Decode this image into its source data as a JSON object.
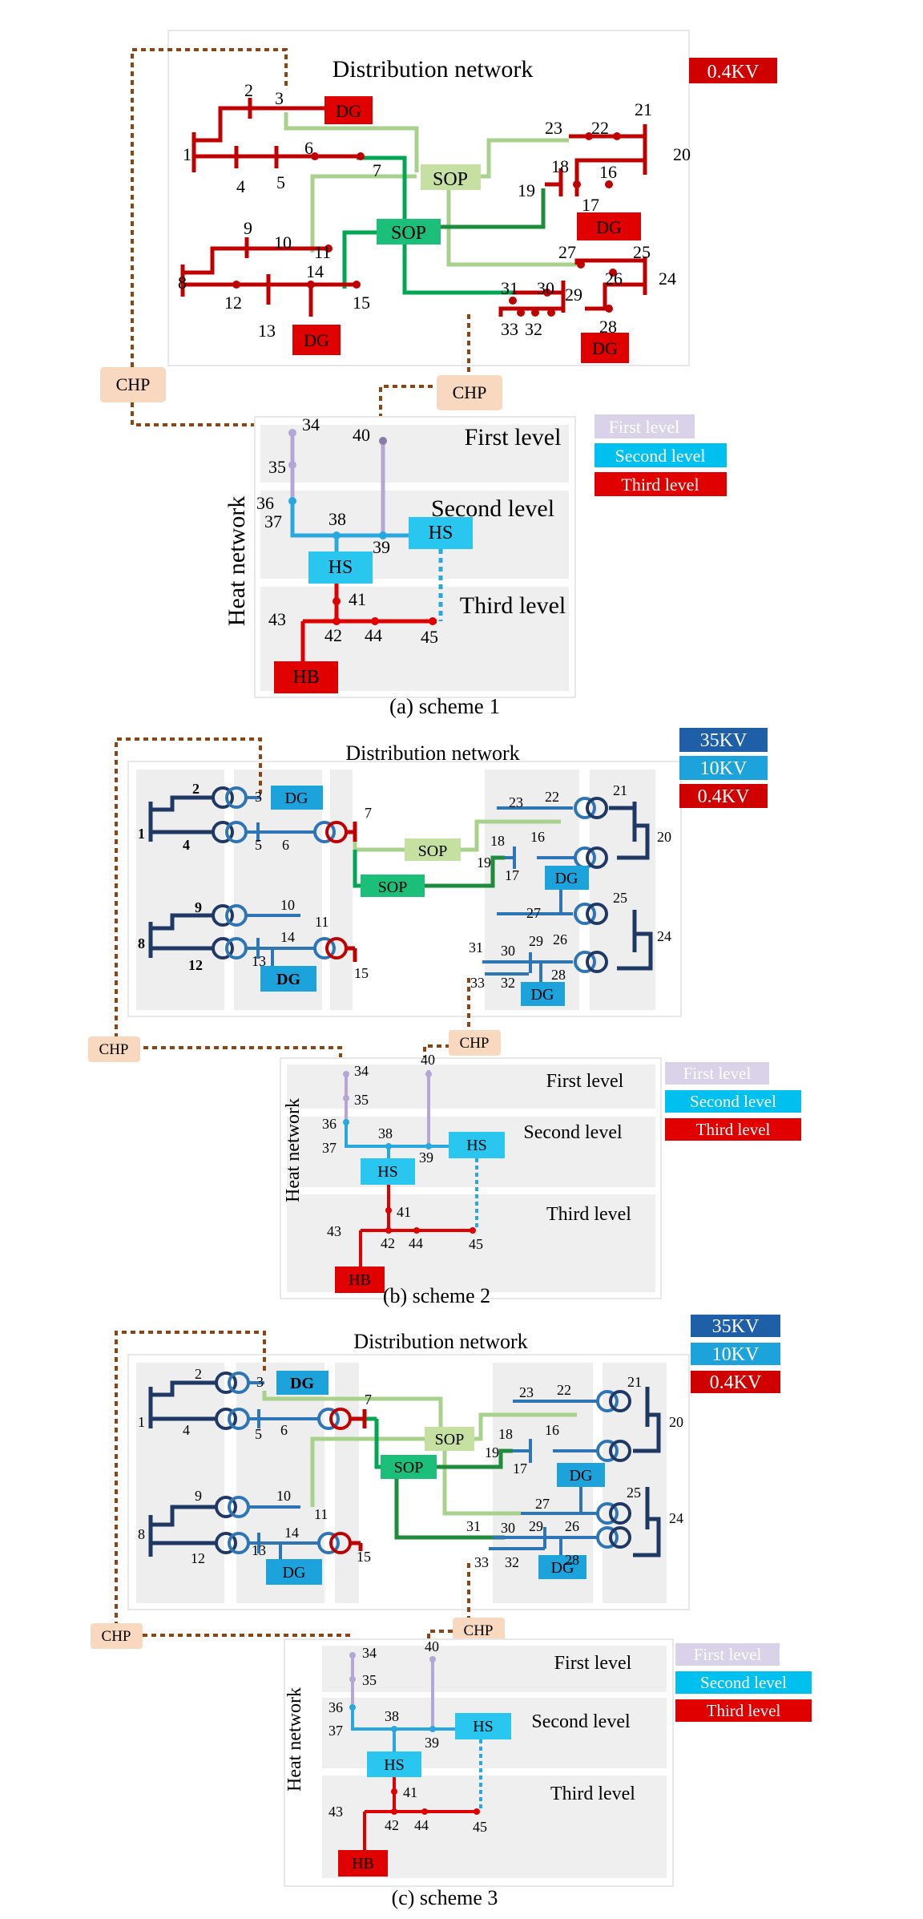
{
  "schemes": [
    {
      "caption": "(a) scheme 1",
      "dist_title": "Distribution network",
      "voltages": [
        "0.4KV"
      ],
      "legend": [
        "First level",
        "Second level",
        "Third level"
      ],
      "heat_title": "Heat network",
      "levels": [
        "First level",
        "Second level",
        "Third level"
      ],
      "sop": [
        "SOP",
        "SOP"
      ],
      "dg": [
        "DG",
        "DG",
        "DG",
        "DG"
      ],
      "chp": [
        "CHP",
        "CHP"
      ],
      "hs": [
        "HS",
        "HS"
      ],
      "hb": "HB",
      "nodes": [
        "1",
        "2",
        "3",
        "4",
        "5",
        "6",
        "7",
        "8",
        "9",
        "10",
        "11",
        "12",
        "13",
        "14",
        "15",
        "16",
        "17",
        "18",
        "19",
        "20",
        "21",
        "22",
        "23",
        "24",
        "25",
        "26",
        "27",
        "28",
        "29",
        "30",
        "31",
        "32",
        "33",
        "34",
        "35",
        "36",
        "37",
        "38",
        "39",
        "40",
        "41",
        "42",
        "43",
        "44",
        "45"
      ]
    },
    {
      "caption": "(b) scheme 2",
      "dist_title": "Distribution network",
      "voltages": [
        "35KV",
        "10KV",
        "0.4KV"
      ],
      "legend": [
        "First level",
        "Second level",
        "Third level"
      ],
      "heat_title": "Heat network",
      "levels": [
        "First level",
        "Second level",
        "Third level"
      ],
      "sop": [
        "SOP",
        "SOP"
      ],
      "dg": [
        "DG",
        "DG",
        "DG",
        "DG"
      ],
      "chp": [
        "CHP",
        "CHP"
      ],
      "hs": [
        "HS",
        "HS"
      ],
      "hb": "HB",
      "nodes": [
        "1",
        "2",
        "3",
        "4",
        "5",
        "6",
        "7",
        "8",
        "9",
        "10",
        "11",
        "12",
        "13",
        "14",
        "15",
        "16",
        "17",
        "18",
        "19",
        "20",
        "21",
        "22",
        "23",
        "24",
        "25",
        "26",
        "27",
        "28",
        "29",
        "30",
        "31",
        "32",
        "33",
        "34",
        "35",
        "36",
        "37",
        "38",
        "39",
        "40",
        "41",
        "42",
        "43",
        "44",
        "45"
      ]
    },
    {
      "caption": "(c) scheme 3",
      "dist_title": "Distribution network",
      "voltages": [
        "35KV",
        "10KV",
        "0.4KV"
      ],
      "legend": [
        "First level",
        "Second level",
        "Third level"
      ],
      "heat_title": "Heat network",
      "levels": [
        "First level",
        "Second level",
        "Third level"
      ],
      "sop": [
        "SOP",
        "SOP"
      ],
      "dg": [
        "DG",
        "DG",
        "DG",
        "DG"
      ],
      "chp": [
        "CHP",
        "CHP"
      ],
      "hs": [
        "HS",
        "HS"
      ],
      "hb": "HB",
      "nodes": [
        "1",
        "2",
        "3",
        "4",
        "5",
        "6",
        "7",
        "8",
        "9",
        "10",
        "11",
        "12",
        "13",
        "14",
        "15",
        "16",
        "17",
        "18",
        "19",
        "20",
        "21",
        "22",
        "23",
        "24",
        "25",
        "26",
        "27",
        "28",
        "29",
        "30",
        "31",
        "32",
        "33",
        "34",
        "35",
        "36",
        "37",
        "38",
        "39",
        "40",
        "41",
        "42",
        "43",
        "44",
        "45"
      ]
    }
  ],
  "colors": {
    "red_line": "#c00000",
    "dark_blue": "#1f3864",
    "mid_blue": "#2e75b6",
    "light_green": "#a9d18e",
    "green": "#00a651",
    "dark_green": "#1e8c3c",
    "heat_purple": "#b4a7d6",
    "heat_blue": "#29a8e0",
    "heat_red": "#e00000",
    "chp_fill": "#f8d9c0",
    "pipe": "#8b4513",
    "kv35": "#1f5fa8",
    "kv10": "#1ca3dc",
    "kv04": "#d00000",
    "lvl1": "#d9d2e9",
    "lvl2": "#00c0ef",
    "lvl3": "#e00000"
  }
}
